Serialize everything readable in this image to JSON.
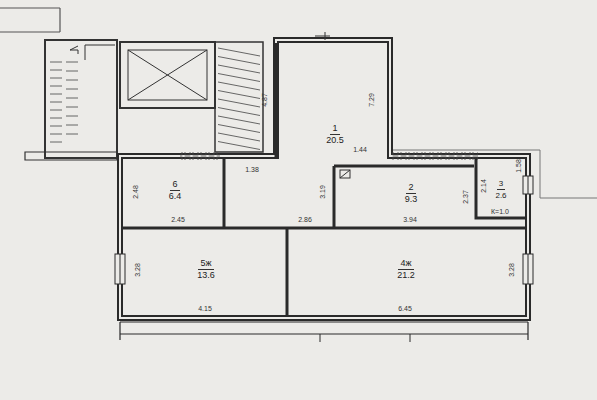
{
  "diagram": {
    "nodes": [
      {
        "text": [
          "1",
          "20.5"
        ]
      },
      {
        "text": [
          "6",
          "6.4"
        ]
      },
      {
        "text": [
          "2",
          "9.3"
        ]
      },
      {
        "text": [
          "3",
          "2.6"
        ]
      },
      {
        "text": [
          "5ж",
          "13.6"
        ]
      },
      {
        "text": [
          "4ж",
          "21.2"
        ]
      }
    ],
    "labels": [
      "4.87",
      "7.29",
      "1.44",
      "1.38",
      "3.19",
      "2.86",
      "3.94",
      "2.37",
      "2.45",
      "2.48",
      "4.15",
      "6.45",
      "3.28",
      "3.28",
      "2.14",
      "1.58",
      "К=1.0"
    ]
  }
}
